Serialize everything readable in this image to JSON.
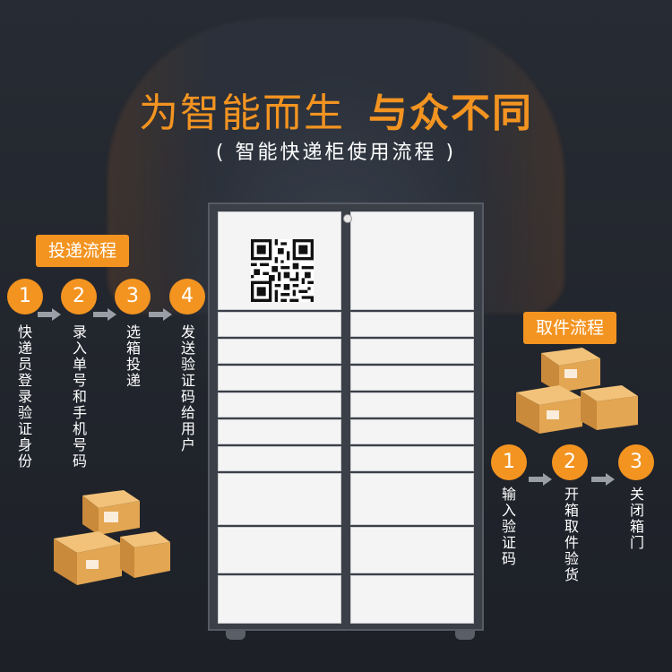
{
  "headline": {
    "part1": "为智能而生",
    "part2": "与众不同"
  },
  "subtitle": "( 智能快递柜使用流程 )",
  "delivery": {
    "tag": "投递流程",
    "steps": [
      {
        "num": "1",
        "text": "快递员登录验证身份"
      },
      {
        "num": "2",
        "text": "录入单号和手机号码"
      },
      {
        "num": "3",
        "text": "选箱投递"
      },
      {
        "num": "4",
        "text": "发送验证码给用户"
      }
    ]
  },
  "pickup": {
    "tag": "取件流程",
    "steps": [
      {
        "num": "1",
        "text": "输入验证码"
      },
      {
        "num": "2",
        "text": "开箱取件验货"
      },
      {
        "num": "3",
        "text": "关闭箱门"
      }
    ]
  },
  "colors": {
    "accent": "#f39421",
    "background": "#1f232a",
    "door": "#f4f4f5",
    "cabinet_frame": "#3b3f47"
  },
  "icons": [
    "qr-code-icon",
    "package-boxes-icon",
    "arrow-right-icon",
    "lock-icon"
  ]
}
